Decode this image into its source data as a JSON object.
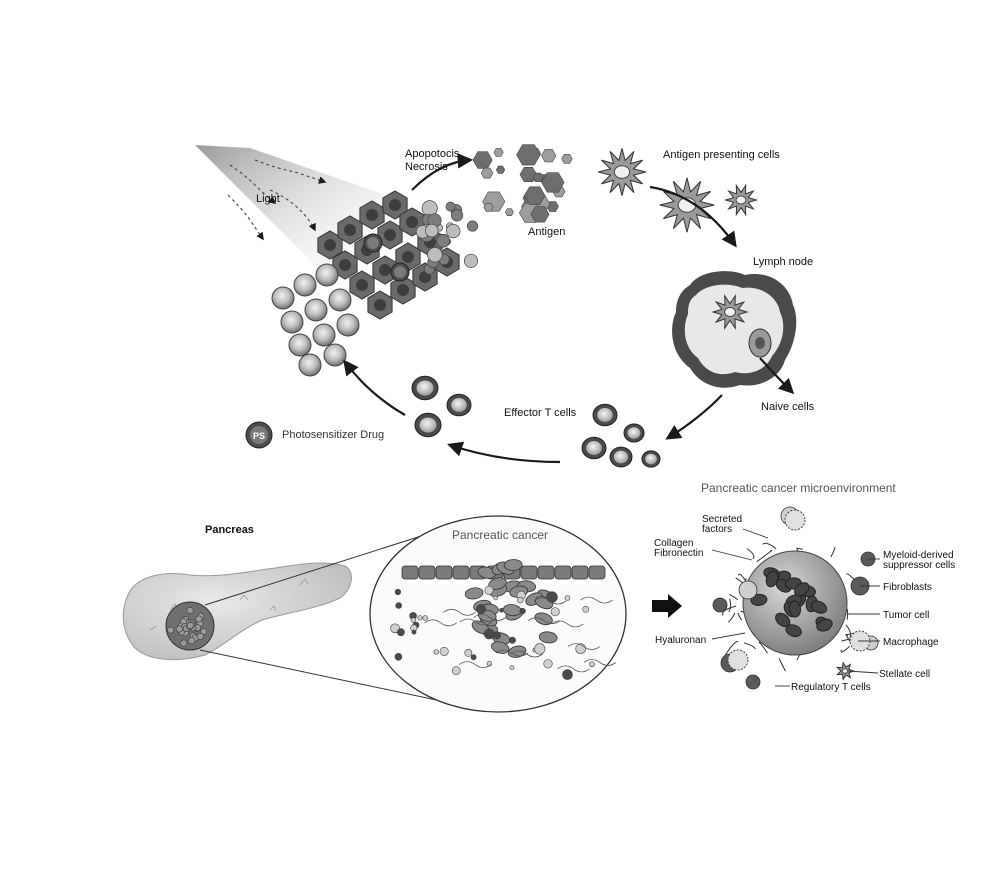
{
  "top_cycle": {
    "light_label": "Light",
    "death_label": [
      "Apopotocis",
      "Necrosis"
    ],
    "antigen_label": "Antigen",
    "apc_label": "Antigen presenting cells",
    "lymph_label": "Lymph node",
    "naive_label": "Naive cells",
    "effector_label": "Effector T cells",
    "ps_symbol": "PS",
    "legend_label": "Photosensitizer Drug"
  },
  "bottom_panel": {
    "pancreas_label": "Pancreas",
    "cancer_label": "Pancreatic cancer",
    "micro_title": "Pancreatic cancer microenvironment",
    "left_labels": {
      "secreted": [
        "Secreted",
        "factors"
      ],
      "collagen": [
        "Collagen",
        "Fibronectin"
      ],
      "hyaluronan": "Hyaluronan"
    },
    "right_labels": {
      "myeloid": [
        "Myeloid-derived",
        "suppressor cells"
      ],
      "fibroblasts": "Fibroblasts",
      "tumor": "Tumor cell",
      "macrophage": "Macrophage",
      "stellate": "Stellate cell",
      "treg": "Regulatory T cells"
    }
  },
  "colors": {
    "ink": "#1a1a1a",
    "cell_dark": "#5a5a5a",
    "cell_mid": "#8c8c8c",
    "cell_light": "#d9d9d9",
    "beam": "#c8c8c8"
  }
}
